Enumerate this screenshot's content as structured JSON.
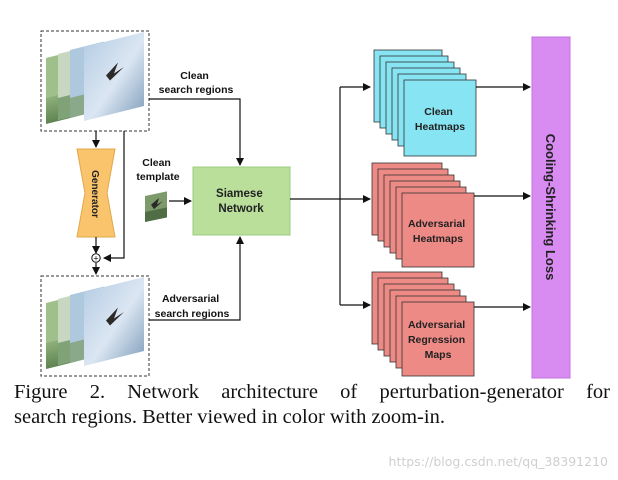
{
  "figure": {
    "labels": {
      "clean_search": [
        "Clean",
        "search regions"
      ],
      "clean_template": [
        "Clean",
        "template"
      ],
      "adv_search": [
        "Adversarial",
        "search regions"
      ],
      "generator": "Generator",
      "siamese": [
        "Siamese",
        "Network"
      ],
      "clean_heatmaps": [
        "Clean",
        "Heatmaps"
      ],
      "adv_heatmaps": [
        "Adversarial",
        "Heatmaps"
      ],
      "adv_regression": [
        "Adversarial",
        "Regression",
        "Maps"
      ],
      "loss": "Cooling-Shrinking Loss",
      "plus": "+"
    },
    "colors": {
      "generator_fill": "#f9c46b",
      "siamese_fill": "#b9df9b",
      "clean_map_fill": "#87e4f2",
      "adv_map_fill": "#ee8a85",
      "loss_fill": "#d88bf0"
    }
  },
  "caption": {
    "line1": "Figure 2. Network architecture of perturbation-generator for",
    "line2": "search regions. Better viewed in color with zoom-in."
  },
  "watermark": "https://blog.csdn.net/qq_38391210"
}
